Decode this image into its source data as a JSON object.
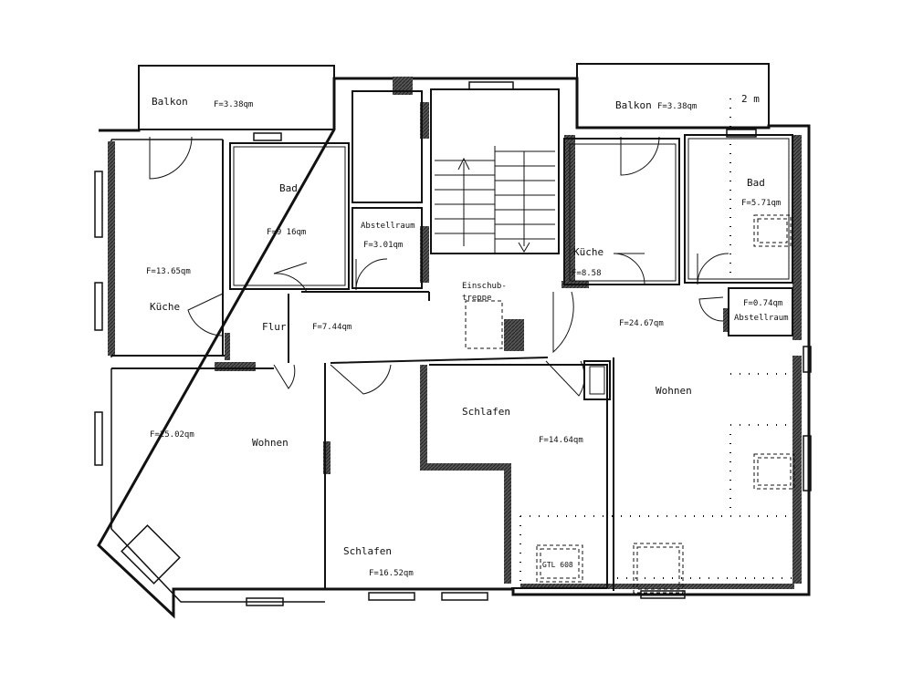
{
  "plan": {
    "scale_label": "2 m",
    "labels": {
      "balkon_left": "Balkon",
      "balkon_left_area": "F=3.38qm",
      "balkon_right": "Balkon",
      "balkon_right_area": "F=3.38qm",
      "bad_left": "Bad",
      "bad_left_area": "F=9 16qm",
      "abstell_left": "Abstellraum",
      "abstell_left_area": "F=3.01qm",
      "kueche_left": "Küche",
      "kueche_left_area": "F=13.65qm",
      "flur": "Flur",
      "flur_area": "F=7.44qm",
      "einschub_1": "Einschub-",
      "einschub_2": "treppe",
      "kueche_right": "Küche",
      "kueche_right_area": "F=8.58",
      "bad_right": "Bad",
      "bad_right_area": "F=5.71qm",
      "abstell_right_area": "F=0.74qm",
      "abstell_right": "Abstellraum",
      "wohnen_right_area": "F=24.67qm",
      "wohnen_right": "Wohnen",
      "wohnen_left_area": "F=25.02qm",
      "wohnen_left": "Wohnen",
      "schlafen_mid": "Schlafen",
      "schlafen_mid_area": "F=14.64qm",
      "schlafen_left": "Schlafen",
      "schlafen_left_area": "F=16.52qm",
      "gtl": "GTL 608"
    }
  }
}
